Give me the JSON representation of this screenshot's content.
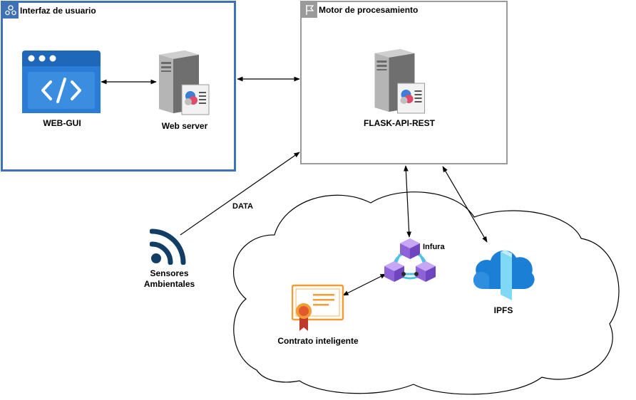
{
  "groups": {
    "ui": {
      "title": "Interfaz de usuario"
    },
    "engine": {
      "title": "Motor de procesamiento"
    }
  },
  "nodes": {
    "web_gui": {
      "label": "WEB-GUI",
      "icon": "browser-code-icon"
    },
    "web_server": {
      "label": "Web server",
      "icon": "server-icon"
    },
    "flask": {
      "label": "FLASK-API-REST",
      "icon": "server-icon"
    },
    "sensors": {
      "label_line1": "Sensores",
      "label_line2": "Ambientales",
      "icon": "wireless-signal-icon"
    },
    "infura": {
      "label": "Infura",
      "icon": "blockchain-cubes-icon"
    },
    "ipfs": {
      "label": "IPFS",
      "icon": "cloud-storage-icon"
    },
    "contract": {
      "label": "Contrato inteligente",
      "icon": "certificate-icon"
    }
  },
  "edges": {
    "data_label": "DATA"
  },
  "colors": {
    "ui_border": "#3f72b5",
    "engine_border": "#9a9a9a",
    "browser_blue": "#1f67b8",
    "sensor_navy": "#123e66",
    "cube_purple": "#a27be6",
    "ipfs_blue": "#1c7fd6",
    "certificate_orange": "#f39c34"
  }
}
